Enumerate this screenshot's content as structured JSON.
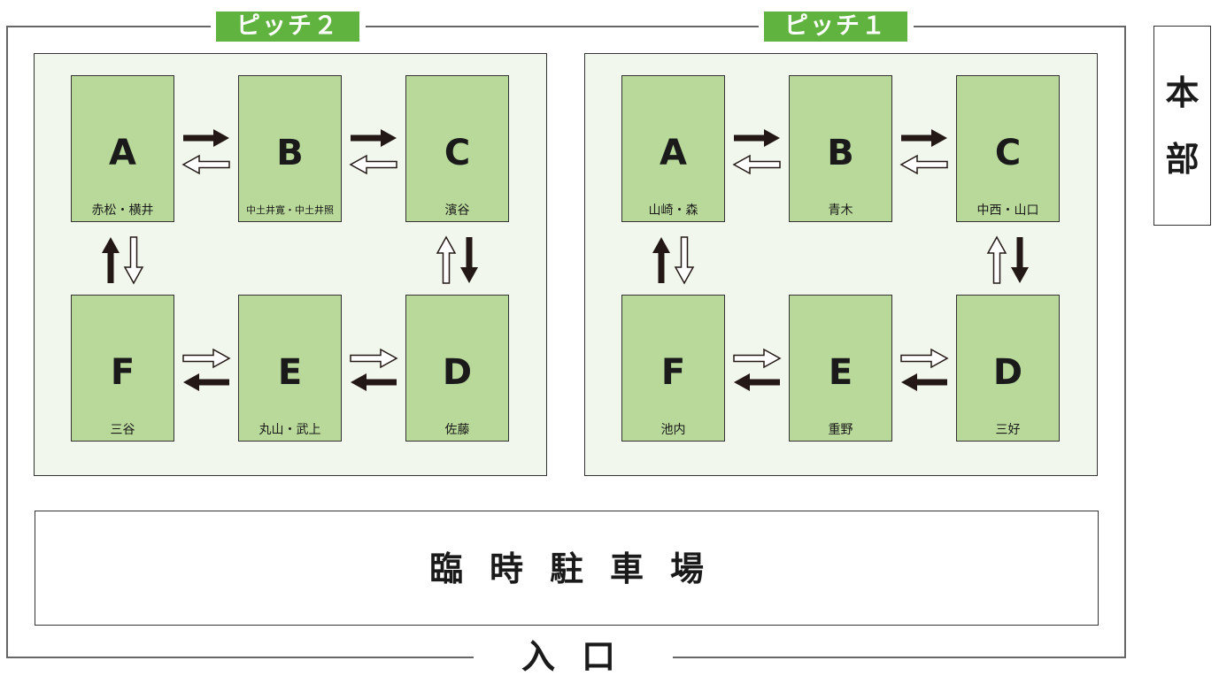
{
  "pitches": [
    {
      "label": "ピッチ２",
      "fields": [
        {
          "letter": "A",
          "team": "赤松・横井"
        },
        {
          "letter": "B",
          "team": "中土井寛・中土井照"
        },
        {
          "letter": "C",
          "team": "濱谷"
        },
        {
          "letter": "D",
          "team": "佐藤"
        },
        {
          "letter": "E",
          "team": "丸山・武上"
        },
        {
          "letter": "F",
          "team": "三谷"
        }
      ]
    },
    {
      "label": "ピッチ１",
      "fields": [
        {
          "letter": "A",
          "team": "山崎・森"
        },
        {
          "letter": "B",
          "team": "青木"
        },
        {
          "letter": "C",
          "team": "中西・山口"
        },
        {
          "letter": "D",
          "team": "三好"
        },
        {
          "letter": "E",
          "team": "重野"
        },
        {
          "letter": "F",
          "team": "池内"
        }
      ]
    }
  ],
  "parking": {
    "label": "臨時駐車場"
  },
  "entrance": {
    "label": "入口"
  },
  "hq": {
    "label_1": "本",
    "label_2": "部"
  },
  "colors": {
    "pitch_label": "#5fb33e",
    "field": "#b8d99a",
    "pitch_bg": "#f1f7ec",
    "arrow": "#231815"
  }
}
